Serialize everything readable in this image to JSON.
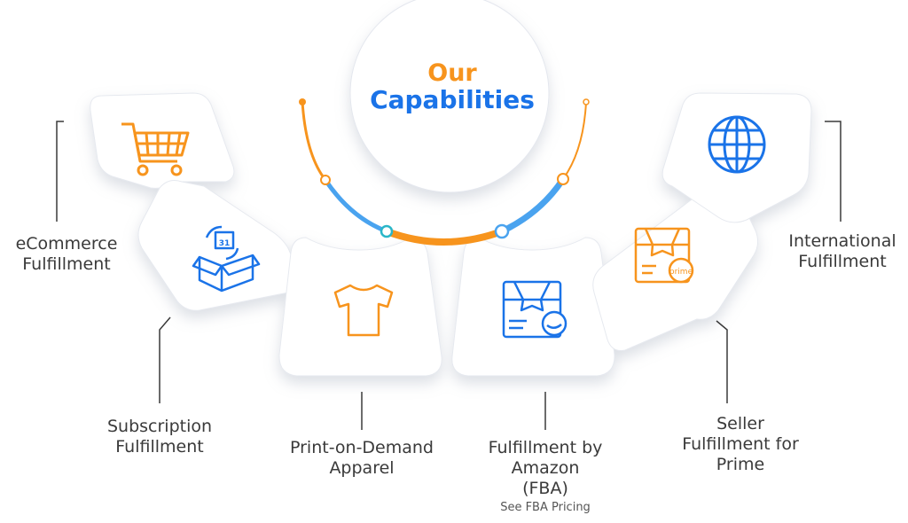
{
  "title": {
    "line1": "Our",
    "line2": "Capabilities"
  },
  "colors": {
    "orange": "#f7941d",
    "blue": "#1a73e8",
    "light_blue": "#4aa3ef",
    "text": "#3a3a3a"
  },
  "capabilities": [
    {
      "lines": [
        "eCommerce",
        "Fulfillment"
      ],
      "icon": "shopping-cart-icon"
    },
    {
      "lines": [
        "Subscription",
        "Fulfillment"
      ],
      "icon": "calendar-box-icon"
    },
    {
      "lines": [
        "Print-on-Demand",
        "Apparel"
      ],
      "icon": "t-shirt-icon"
    },
    {
      "lines": [
        "Fulfillment by",
        "Amazon",
        "(FBA)"
      ],
      "icon": "amazon-box-icon",
      "link": "See FBA Pricing"
    },
    {
      "lines": [
        "Seller",
        "Fulfillment for",
        "Prime"
      ],
      "icon": "prime-box-icon"
    },
    {
      "lines": [
        "International",
        "Fulfillment"
      ],
      "icon": "globe-icon"
    }
  ]
}
